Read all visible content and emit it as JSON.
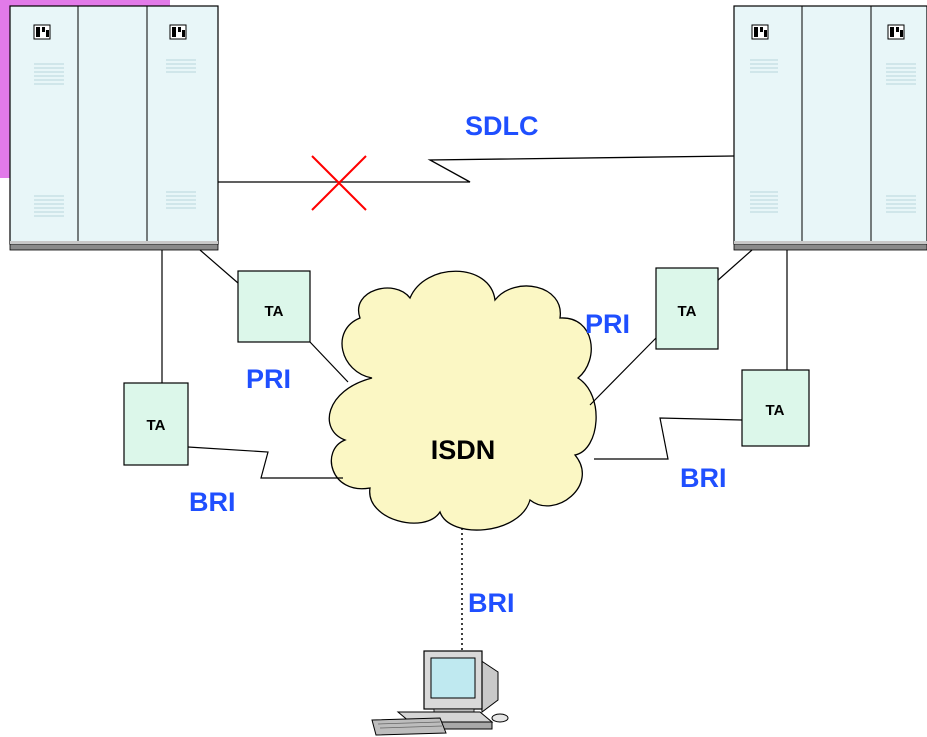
{
  "labels": {
    "sdlc": "SDLC",
    "isdn": "ISDN",
    "pri_left": "PRI",
    "pri_right": "PRI",
    "bri_left": "BRI",
    "bri_right": "BRI",
    "bri_bottom": "BRI",
    "ta_1": "TA",
    "ta_2": "TA",
    "ta_3": "TA",
    "ta_4": "TA"
  },
  "colors": {
    "label_blue": "#1f4fff",
    "server_fill": "#e8f6f8",
    "ta_fill": "#dcf7ea",
    "cloud_fill": "#fbf7c4",
    "corner_accent": "#e27ae9",
    "fail_mark": "#ff0000"
  },
  "icons": {
    "link_failure": "x-mark-icon",
    "server": "rack-server-icon",
    "workstation": "desktop-computer-icon",
    "network": "cloud-icon"
  }
}
